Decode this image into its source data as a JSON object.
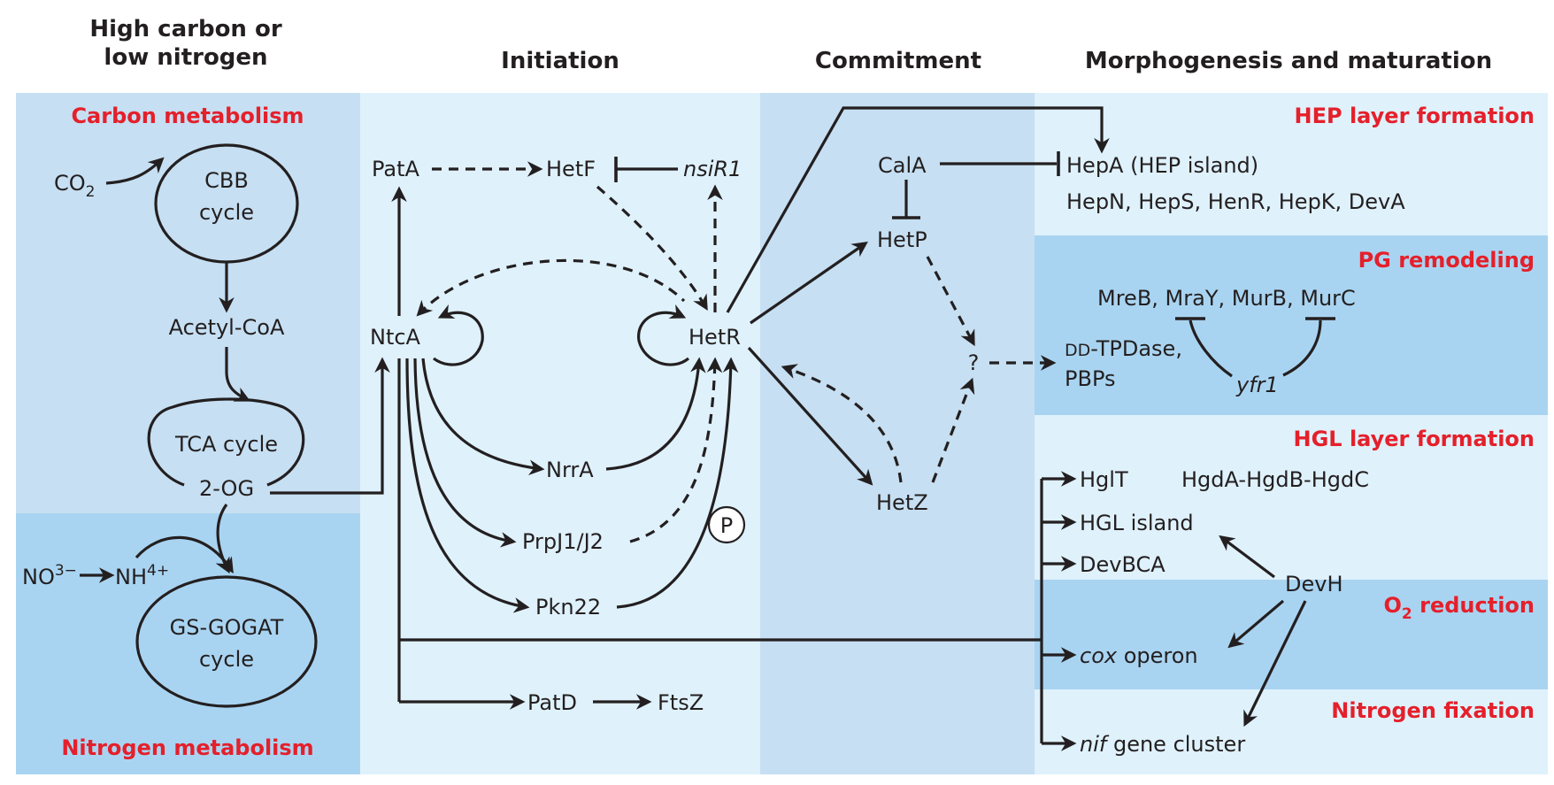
{
  "colors": {
    "panel_carbon": "#c6dff2",
    "panel_nitrogen": "#a9d4f1",
    "panel_light": "#dff1fb",
    "panel_commitment": "#c6dff2",
    "panel_medium": "#a9d4f1",
    "section_title": "#e4202b",
    "ink": "#231f20"
  },
  "headers": {
    "col1_line1": "High carbon or",
    "col1_line2": "low nitrogen",
    "col2": "Initiation",
    "col3": "Commitment",
    "col4": "Morphogenesis and maturation"
  },
  "sections": {
    "carbon": "Carbon metabolism",
    "nitrogen": "Nitrogen metabolism",
    "hep": "HEP layer formation",
    "pg": "PG remodeling",
    "hgl": "HGL layer formation",
    "o2_prefix": "O",
    "o2_sub": "2",
    "o2_suffix": " reduction",
    "nfix": "Nitrogen fixation"
  },
  "metabolism": {
    "co2": "CO",
    "co2_sub": "2",
    "cbb_line1": "CBB",
    "cbb_line2": "cycle",
    "acetyl_coa": "Acetyl-CoA",
    "tca": "TCA cycle",
    "two_og": "2-OG",
    "no3": "NO",
    "no3_sup": "3−",
    "nh4": "NH",
    "nh4_sup": "4+",
    "gs_line1": "GS-GOGAT",
    "gs_line2": "cycle"
  },
  "initiation": {
    "pata": "PatA",
    "hetf": "HetF",
    "nsir1": "nsiR1",
    "ntca": "NtcA",
    "hetr": "HetR",
    "nrra": "NrrA",
    "prpj": "PrpJ1/J2",
    "pkn22": "Pkn22",
    "phospho": "P",
    "patd": "PatD",
    "ftsz": "FtsZ"
  },
  "commitment": {
    "cala": "CalA",
    "hetp": "HetP",
    "hetz": "HetZ",
    "unknown": "?"
  },
  "morphogenesis": {
    "hepa": "HepA (HEP island)",
    "hep_genes": "HepN, HepS, HenR, HepK, DevA",
    "pg_genes": "MreB, MraY, MurB, MurC",
    "dd_prefix": "DD",
    "tpdase": "-TPDase,",
    "pbps": "PBPs",
    "yfr1": "yfr1",
    "hglt": "HglT",
    "hgd": "HgdA-HgdB-HgdC",
    "hgl_island": "HGL island",
    "devbca": "DevBCA",
    "devh": "DevH",
    "cox_italic": "cox",
    "cox_rest": " operon",
    "nif_italic": "nif",
    "nif_rest": " gene cluster"
  }
}
